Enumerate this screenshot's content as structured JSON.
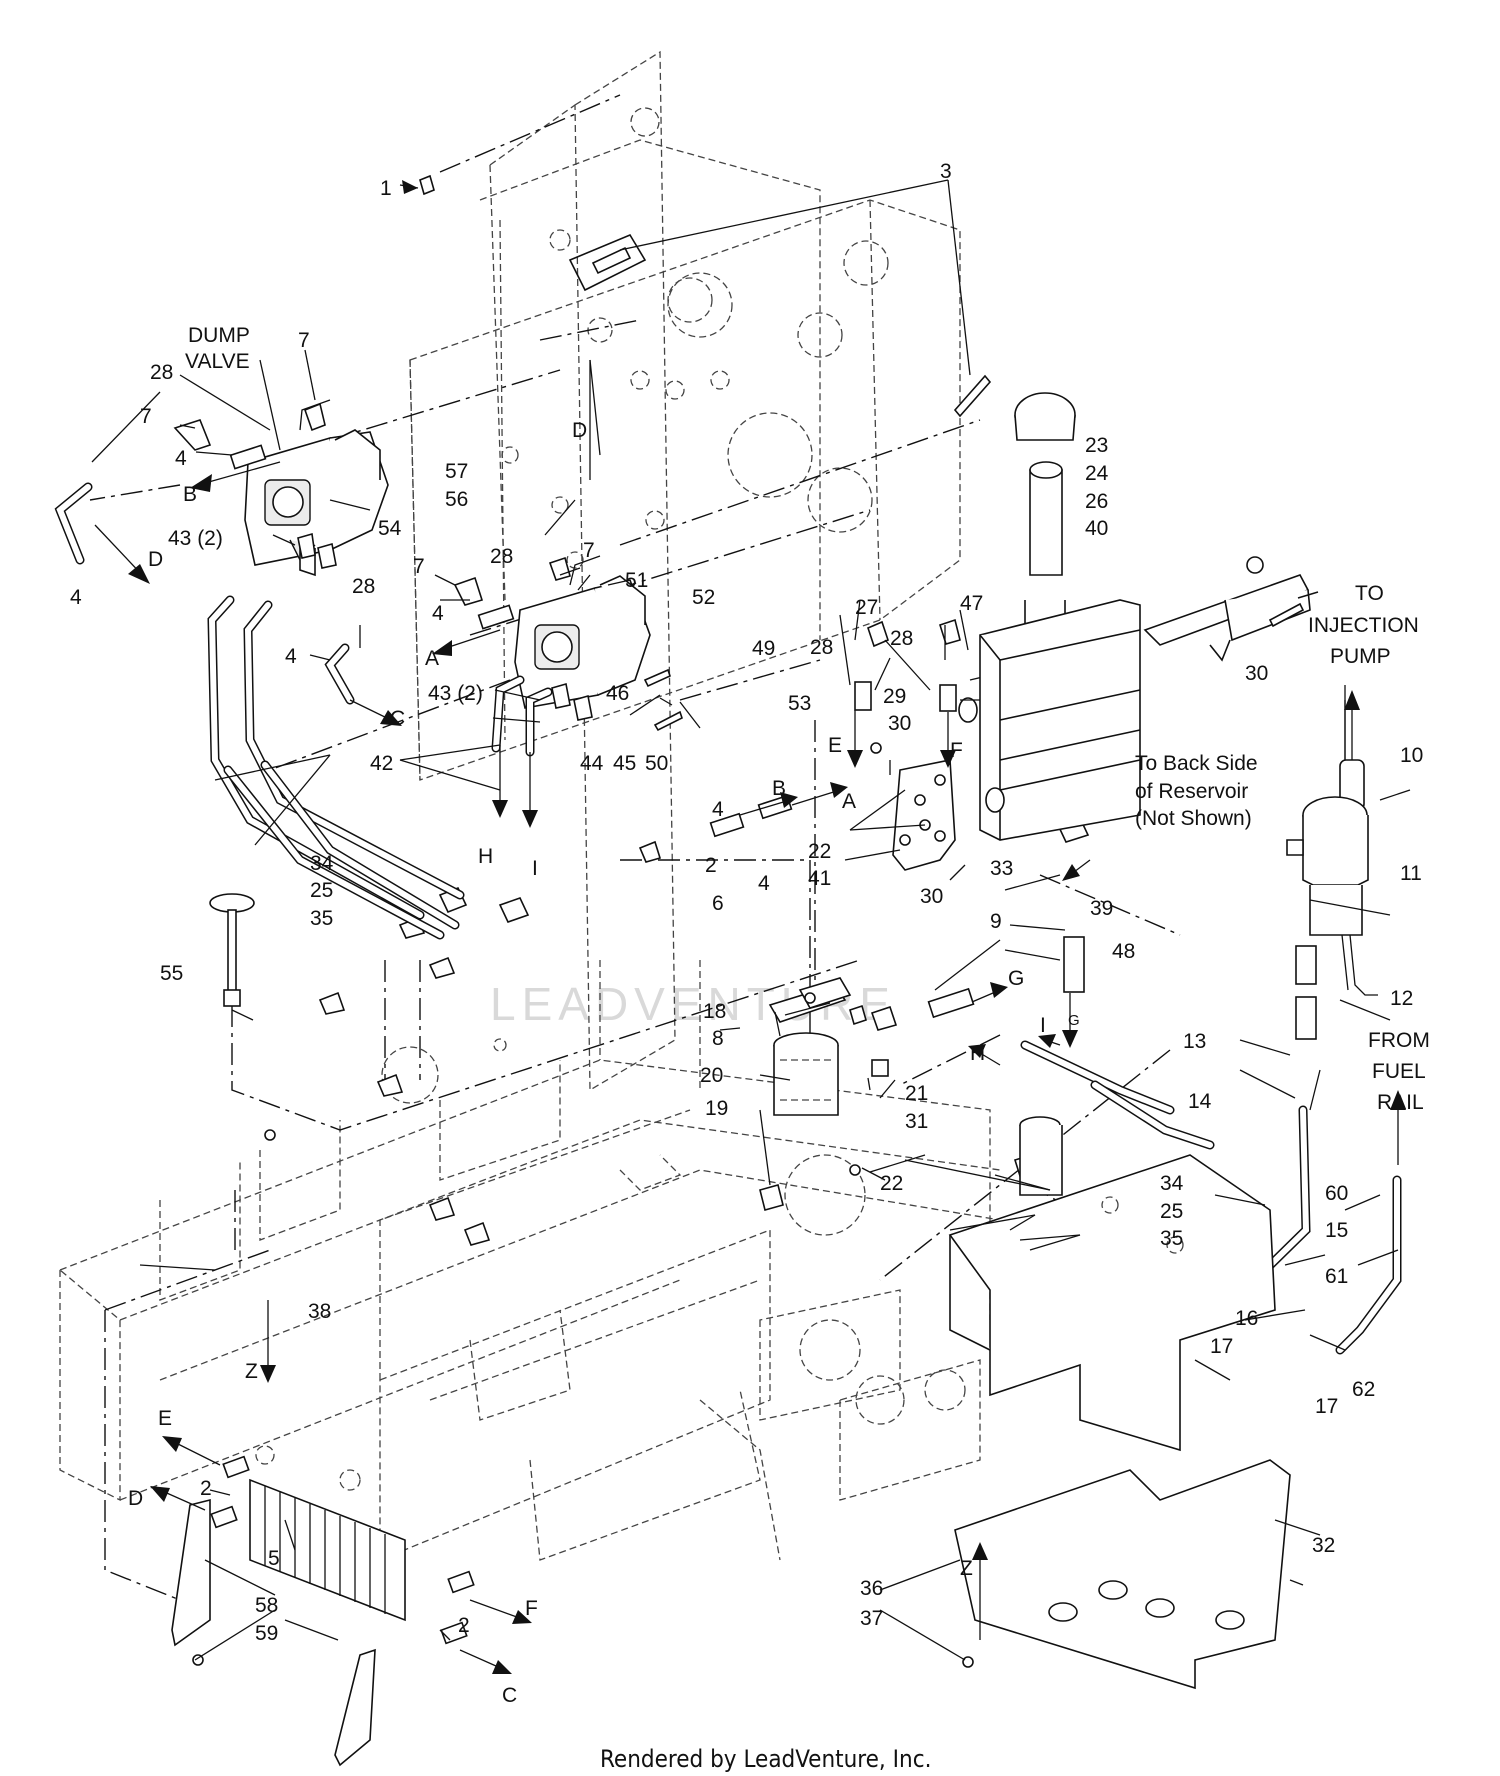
{
  "diagram": {
    "callouts": [
      "1",
      "2",
      "3",
      "4",
      "5",
      "6",
      "7",
      "8",
      "9",
      "10",
      "11",
      "12",
      "13",
      "14",
      "15",
      "16",
      "17",
      "18",
      "19",
      "20",
      "21",
      "22",
      "23",
      "24",
      "25",
      "26",
      "27",
      "28",
      "29",
      "30",
      "31",
      "32",
      "33",
      "34",
      "35",
      "36",
      "37",
      "38",
      "39",
      "40",
      "41",
      "42",
      "43",
      "44",
      "45",
      "46",
      "47",
      "48",
      "49",
      "50",
      "51",
      "52",
      "53",
      "54",
      "55",
      "56",
      "57",
      "58",
      "59",
      "60",
      "61",
      "62"
    ],
    "connection_letters": [
      "A",
      "B",
      "C",
      "D",
      "E",
      "F",
      "G",
      "H",
      "I",
      "Z"
    ],
    "labels": {
      "43_qty": "43 (2)",
      "dump_valve_1": "DUMP",
      "dump_valve_2": "VALVE",
      "to_injection_1": "TO",
      "to_injection_2": "INJECTION",
      "to_injection_3": "PUMP",
      "from_fuel_1": "FROM",
      "from_fuel_2": "FUEL",
      "from_fuel_3": "RAIL",
      "back_side_1": "To Back Side",
      "back_side_2": "of Reservoir",
      "back_side_3": "(Not Shown)"
    },
    "watermark": "LEADVENTURE",
    "footer": "Rendered by LeadVenture, Inc."
  }
}
